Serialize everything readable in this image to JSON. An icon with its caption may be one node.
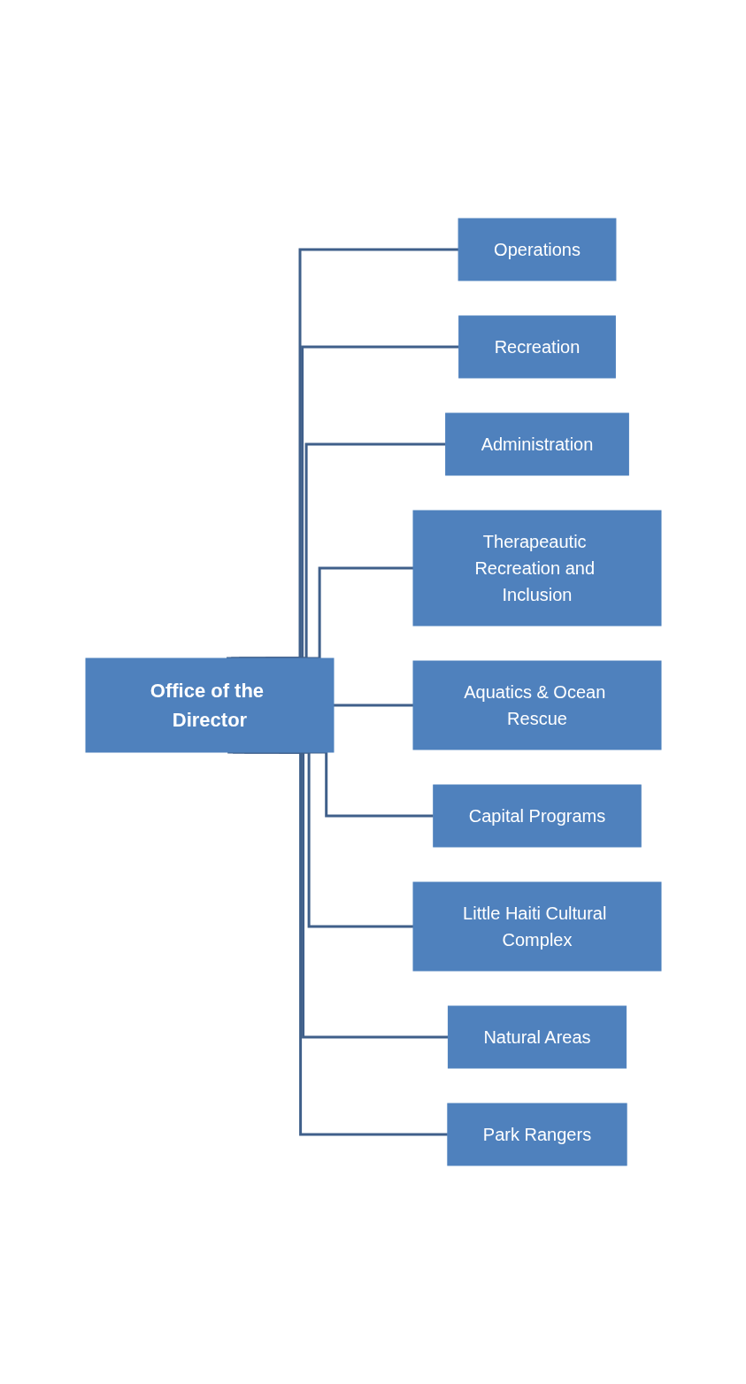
{
  "diagram": {
    "nodes": [
      {
        "text": [
          "Office of the Director"
        ]
      },
      {
        "text": [
          "Operations"
        ]
      },
      {
        "text": [
          "Recreation"
        ]
      },
      {
        "text": [
          "Administration"
        ]
      },
      {
        "text": [
          "Therapeautic Recreation and Inclusion"
        ]
      },
      {
        "text": [
          "Aquatics & Ocean Rescue"
        ]
      },
      {
        "text": [
          "Capital Programs"
        ]
      },
      {
        "text": [
          "Little Haiti Cultural Complex"
        ]
      },
      {
        "text": [
          "Natural Areas"
        ]
      },
      {
        "text": [
          "Park Rangers"
        ]
      }
    ],
    "edges": [
      {
        "from": 0,
        "to": 1,
        "arrow": "none"
      },
      {
        "from": 0,
        "to": 2,
        "arrow": "none"
      },
      {
        "from": 0,
        "to": 3,
        "arrow": "none"
      },
      {
        "from": 0,
        "to": 4,
        "arrow": "none"
      },
      {
        "from": 0,
        "to": 5,
        "arrow": "none"
      },
      {
        "from": 0,
        "to": 6,
        "arrow": "none"
      },
      {
        "from": 0,
        "to": 7,
        "arrow": "none"
      },
      {
        "from": 0,
        "to": 8,
        "arrow": "none"
      },
      {
        "from": 0,
        "to": 9,
        "arrow": "none"
      }
    ]
  }
}
